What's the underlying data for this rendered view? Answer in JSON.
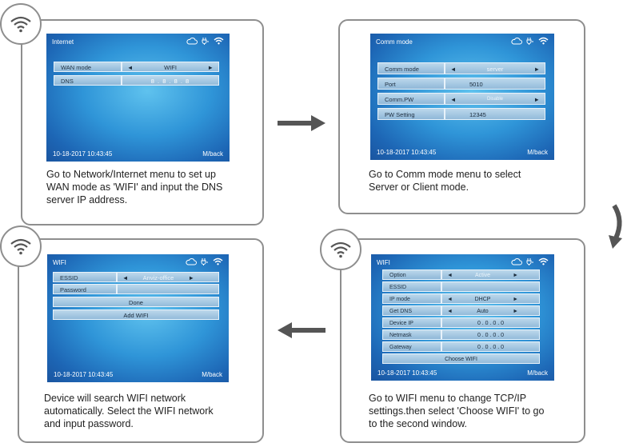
{
  "panels": {
    "internet": {
      "screen": {
        "title": "Internet",
        "wan_label": "WAN mode",
        "wan_value": "WIFI",
        "dns_label": "DNS",
        "dns_value": "8 . 8 . 8 . 8",
        "datetime": "10-18-2017 10:43:45",
        "back": "M/back"
      },
      "caption": [
        "Go to Network/Internet menu  to set up",
        "WAN mode as 'WIFI' and input the DNS",
        "server IP address."
      ]
    },
    "comm": {
      "screen": {
        "title": "Comm mode",
        "comm_label": "Comm mode",
        "comm_value": "server",
        "port_label": "Port",
        "port_value": "5010",
        "pw_label": "Comm.PW",
        "pw_value": "Disable",
        "pwset_label": "PW Setting",
        "pwset_value": "12345",
        "datetime": "10-18-2017 10:43:45",
        "back": "M/back"
      },
      "caption": [
        "Go to Comm mode menu to select",
        "Server or Client mode."
      ]
    },
    "wifi_settings": {
      "screen": {
        "title": "WIFI",
        "option_label": "Option",
        "option_value": "Active",
        "essid_label": "ESSID",
        "ipmode_label": "IP mode",
        "ipmode_value": "DHCP",
        "getdns_label": "Get DNS",
        "getdns_value": "Auto",
        "deviceip_label": "Device IP",
        "deviceip_value": "0 . 0 . 0 . 0",
        "netmask_label": "Netmask",
        "netmask_value": "0 . 0 . 0 . 0",
        "gateway_label": "Gateway",
        "gateway_value": "0 . 0 . 0 . 0",
        "choose_wifi": "Choose WIFI",
        "datetime": "10-18-2017 10:43:45",
        "back": "M/back"
      },
      "caption": [
        "Go to WIFI menu to change TCP/IP",
        "settings.then select 'Choose WIFI' to go",
        "to the second window."
      ]
    },
    "wifi_network": {
      "screen": {
        "title": "WIFI",
        "essid_label": "ESSID",
        "essid_value": "Anviz-office",
        "password_label": "Password",
        "done": "Done",
        "add_wifi": "Add WIFI",
        "datetime": "10-18-2017 10:43:45",
        "back": "M/back"
      },
      "caption": [
        "Device will search  WIFI network",
        "automatically. Select the WIFI network",
        "and input password."
      ]
    }
  },
  "arrows": {
    "left_glyph": "◄",
    "right_glyph": "►"
  },
  "icons": [
    "wifi-badge-icon",
    "cloud-icon",
    "plug-icon",
    "wifi-signal-icon",
    "arrow-right-icon",
    "arrow-down-icon",
    "arrow-left-icon"
  ]
}
